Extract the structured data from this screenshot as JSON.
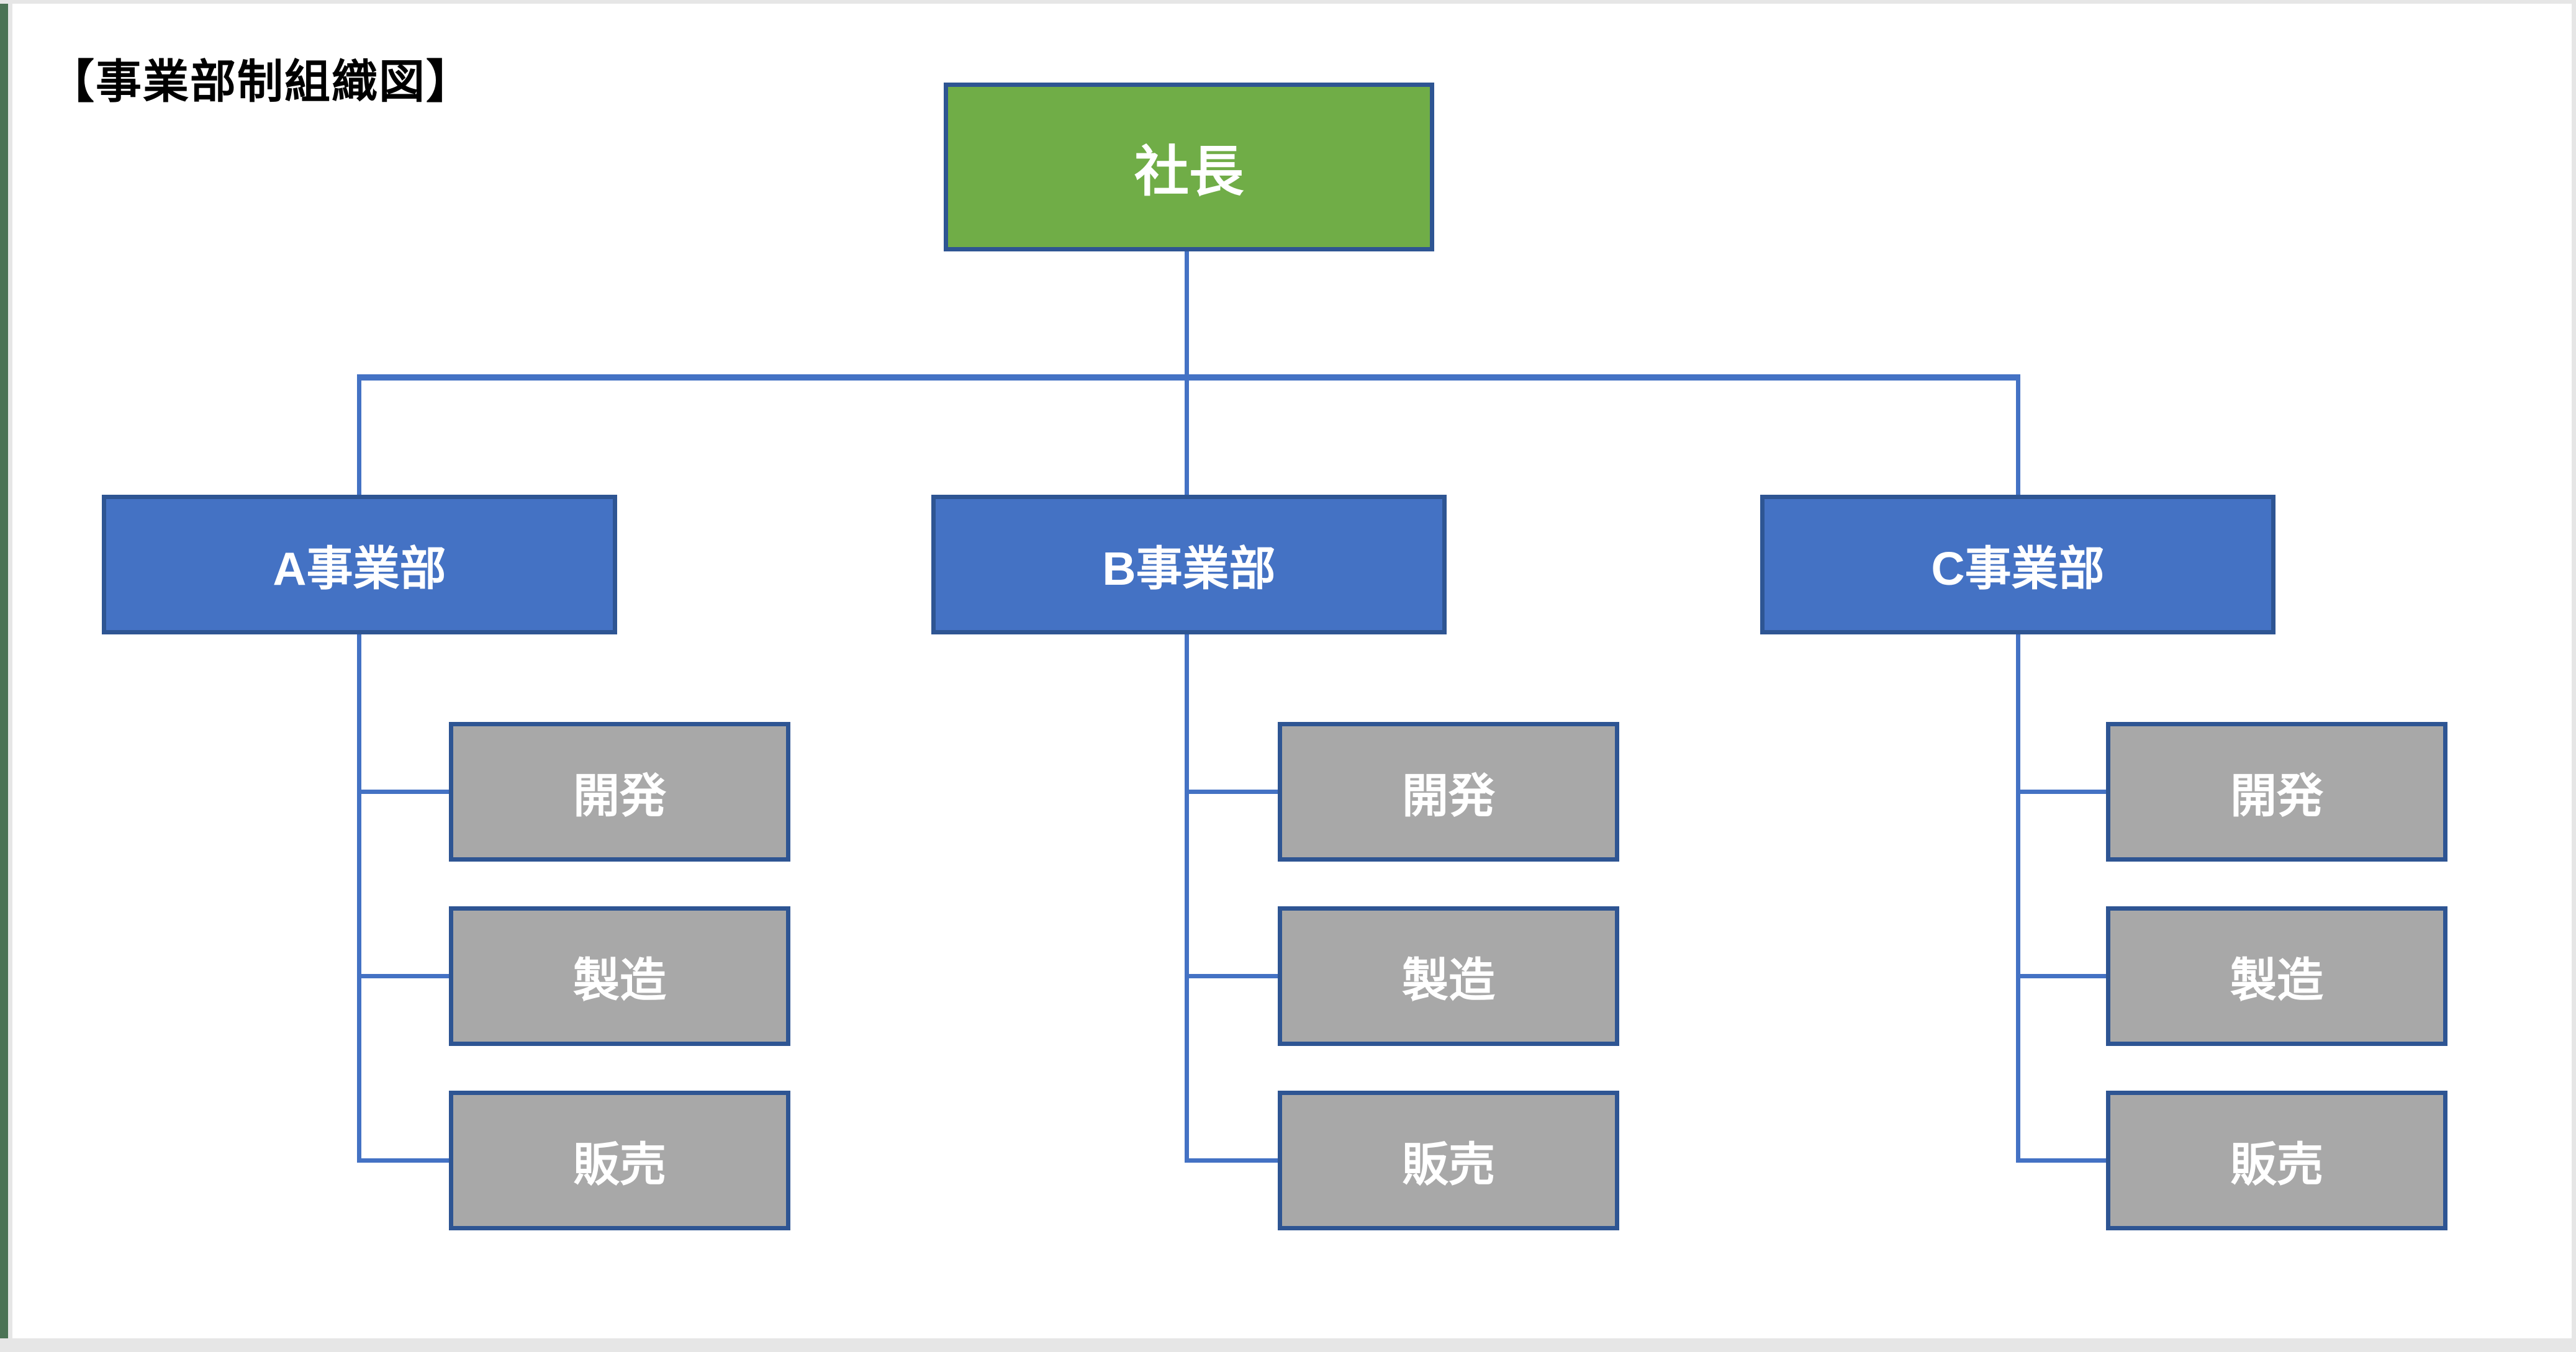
{
  "title": "【事業部制組織図】",
  "org": {
    "root": {
      "label": "社長"
    },
    "divisions": [
      {
        "label": "A事業部",
        "departments": [
          "開発",
          "製造",
          "販売"
        ]
      },
      {
        "label": "B事業部",
        "departments": [
          "開発",
          "製造",
          "販売"
        ]
      },
      {
        "label": "C事業部",
        "departments": [
          "開発",
          "製造",
          "販売"
        ]
      }
    ]
  },
  "colors": {
    "president-fill": "#70AD47",
    "division-fill": "#4472C4",
    "department-fill": "#A8A8A8",
    "box-border": "#2E5593",
    "connector": "#4472C4",
    "box-text": "#FFFFFF",
    "title-text": "#000000",
    "frame": "#E6E6E6",
    "left-strip": "#4B7355",
    "canvas": "#FFFFFF"
  }
}
